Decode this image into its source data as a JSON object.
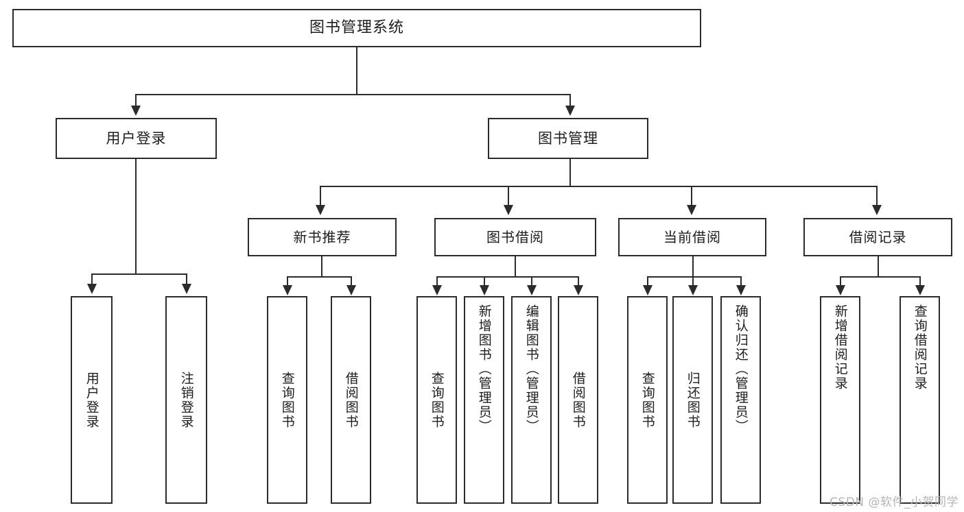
{
  "diagram": {
    "title": "图书管理系统",
    "type": "tree",
    "root": {
      "label": "图书管理系统",
      "children": [
        {
          "label": "用户登录",
          "children": [
            {
              "label": "用户登录"
            },
            {
              "label": "注销登录"
            }
          ]
        },
        {
          "label": "图书管理",
          "children": [
            {
              "label": "新书推荐",
              "children": [
                {
                  "label": "查询图书"
                },
                {
                  "label": "借阅图书"
                }
              ]
            },
            {
              "label": "图书借阅",
              "children": [
                {
                  "label": "查询图书"
                },
                {
                  "label": "新增图书（管理员）"
                },
                {
                  "label": "编辑图书（管理员）"
                },
                {
                  "label": "借阅图书"
                }
              ]
            },
            {
              "label": "当前借阅",
              "children": [
                {
                  "label": "查询图书"
                },
                {
                  "label": "归还图书"
                },
                {
                  "label": "确认归还（管理员）"
                }
              ]
            },
            {
              "label": "借阅记录",
              "children": [
                {
                  "label": "新增借阅记录"
                },
                {
                  "label": "查询借阅记录"
                }
              ]
            }
          ]
        }
      ]
    }
  },
  "nodes": {
    "root": "图书管理系统",
    "user_login": "用户登录",
    "book_manage": "图书管理",
    "new_book_rec": "新书推荐",
    "book_borrow": "图书借阅",
    "current_borrow": "当前借阅",
    "borrow_record": "借阅记录",
    "leaf_user_login": "用户登录",
    "leaf_logout": "注销登录",
    "leaf_rec_query": "查询图书",
    "leaf_rec_borrow": "借阅图书",
    "leaf_borrow_query": "查询图书",
    "leaf_borrow_add": "新增图书（管理员）",
    "leaf_borrow_edit": "编辑图书（管理员）",
    "leaf_borrow_borrow": "借阅图书",
    "leaf_cur_query": "查询图书",
    "leaf_cur_return": "归还图书",
    "leaf_cur_confirm": "确认归还（管理员）",
    "leaf_rec_add": "新增借阅记录",
    "leaf_rec_query2": "查询借阅记录"
  },
  "watermark": {
    "text": "CSDN @软件_小贺同学"
  },
  "colors": {
    "stroke": "#2b2b2b",
    "fill": "#ffffff",
    "text": "#1d1d1d",
    "watermark": "#b4b4b4"
  }
}
